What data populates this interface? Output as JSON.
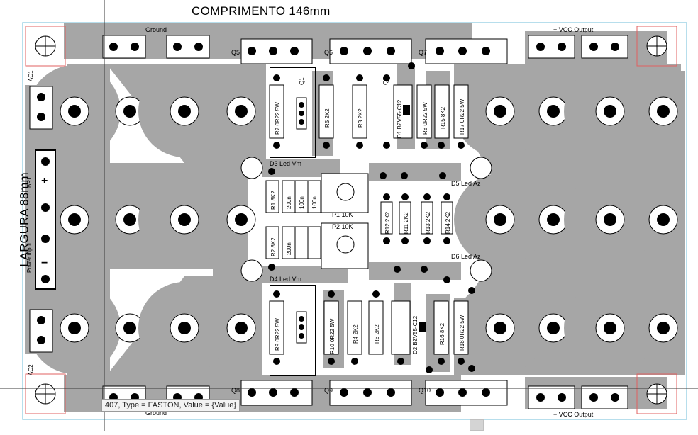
{
  "board": {
    "title": "COMPRIMENTO 146mm",
    "width_label": "LARGURA 88mm"
  },
  "labels": {
    "ground_top": "Ground",
    "ground_bottom": "Ground",
    "vcc_plus": "+ VCC Output",
    "vcc_minus": "− VCC Output",
    "power_input": "Power input",
    "br1": "BR1",
    "ac1": "AC1",
    "ac2": "AC2",
    "plus": "+",
    "minus": "−",
    "q1": "Q1",
    "q2": "Q2",
    "q5": "Q5",
    "q6": "Q6",
    "q7": "Q7",
    "q8": "Q8",
    "q9": "Q9",
    "q10": "Q10",
    "r7": "R7 0R22 5W",
    "r5": "R5 2K2",
    "r3": "R3 2K2",
    "d1": "D1 BZV55-C12",
    "r8": "R8 0R22 5W",
    "r15": "R15 8K2",
    "r17": "R17 0R22 5W",
    "d3": "D3 Led Vm",
    "d4": "D4 Led Vm",
    "d5": "D5 Led Az",
    "d6": "D6 Led Az",
    "r1": "R1 8K2",
    "r2": "R2 8K2",
    "p1": "P1 10K",
    "p2": "P2 10K",
    "r12": "R12 2K2",
    "r11": "R11 2K2",
    "r13": "R13 2K2",
    "r14": "R14 2K2",
    "r9": "R9 0R22 5W",
    "r10": "R10 0R22 5W",
    "r4": "R4 2K2",
    "r6": "R6 2K2",
    "d2": "D2 BZV55-C12",
    "r16": "R16 8K2",
    "r18": "R18 0R22 5W",
    "cap_a": "200n",
    "cap_b": "100n",
    "cap_c": "100n",
    "cap_d": "200n"
  },
  "tooltip": {
    "text": "407, Type = FASTON, Value = {Value}"
  },
  "colors": {
    "copper": "#a6a6a6",
    "pad": "#ffffff",
    "outline": "#000000",
    "corner_marker": "#e06060",
    "board_edge": "#9fd3e6"
  }
}
